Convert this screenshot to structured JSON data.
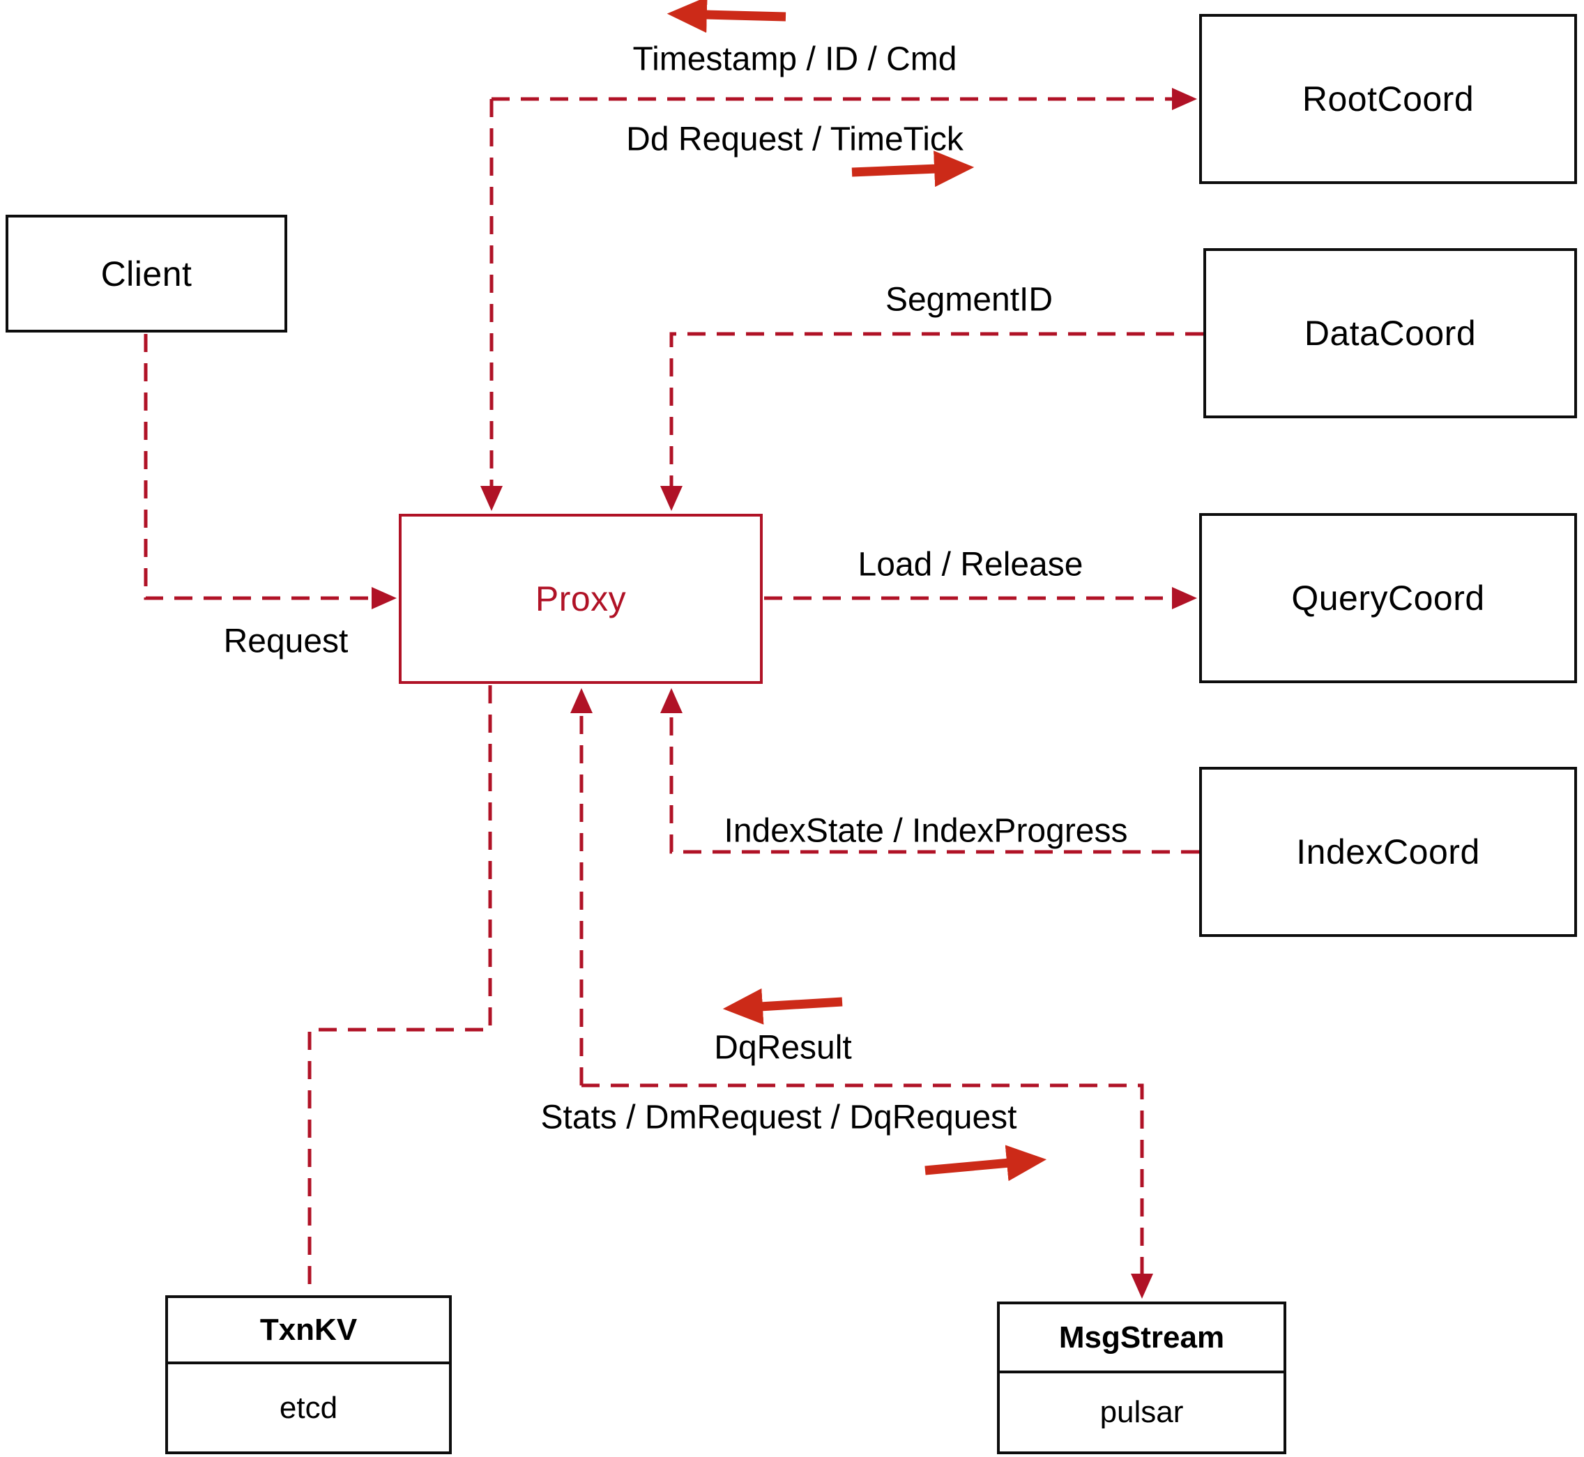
{
  "diagram": {
    "nodes": {
      "client": {
        "label": "Client"
      },
      "proxy": {
        "label": "Proxy"
      },
      "root_coord": {
        "label": "RootCoord"
      },
      "data_coord": {
        "label": "DataCoord"
      },
      "query_coord": {
        "label": "QueryCoord"
      },
      "index_coord": {
        "label": "IndexCoord"
      },
      "txn_kv": {
        "title": "TxnKV",
        "impl": "etcd"
      },
      "msg_stream": {
        "title": "MsgStream",
        "impl": "pulsar"
      }
    },
    "edge_labels": {
      "timestamp_id_cmd": "Timestamp / ID / Cmd",
      "dd_request": "Dd Request / TimeTick",
      "segment_id": "SegmentID",
      "load_release": "Load / Release",
      "request": "Request",
      "index_state": "IndexState / IndexProgress",
      "dq_result": "DqResult",
      "stats_requests": "Stats / DmRequest / DqRequest"
    },
    "colors": {
      "dashed_line": "#b01226",
      "thick_arrow": "#cc2a18",
      "box_border": "#0d0d0d",
      "proxy_accent": "#b01226",
      "label_text": "#000000"
    }
  }
}
